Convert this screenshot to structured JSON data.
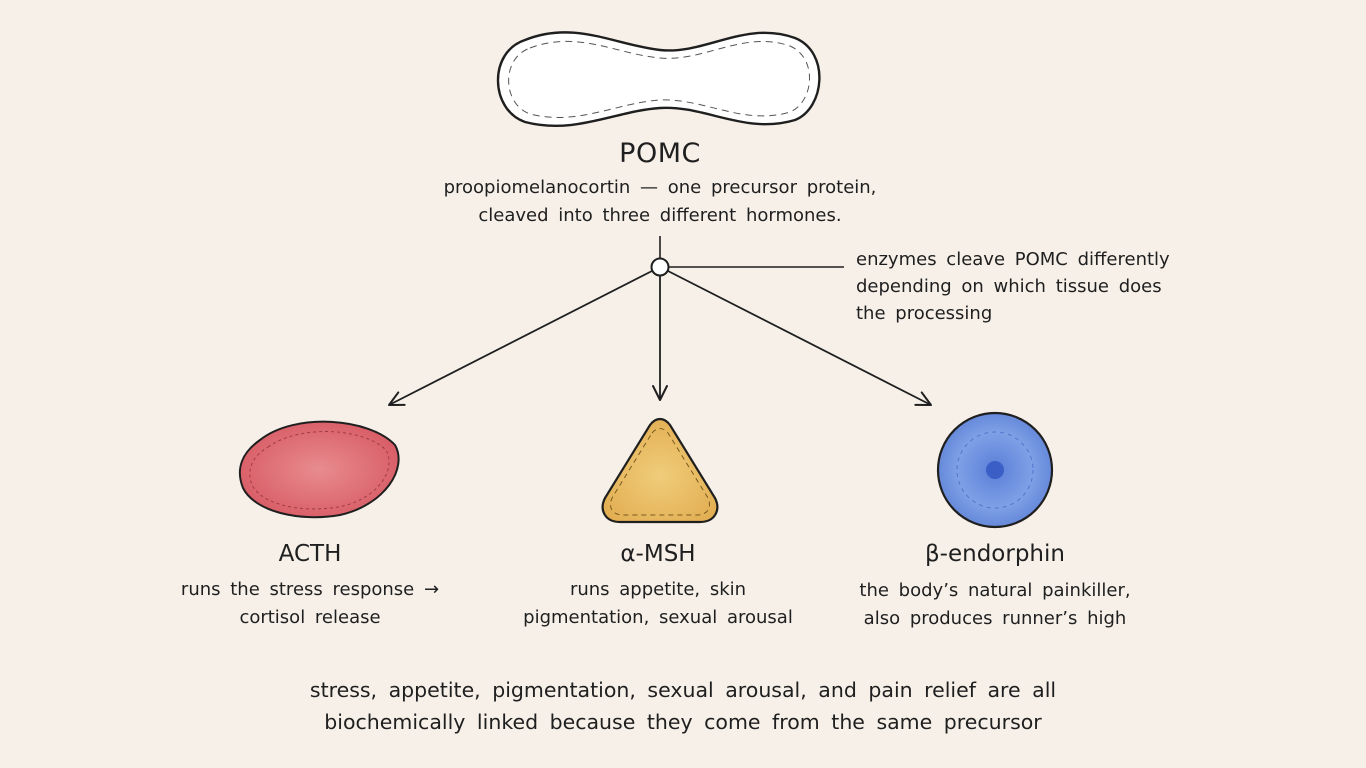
{
  "precursor": {
    "name": "POMC",
    "description": [
      "proopiomelanocortin — one precursor protein,",
      "cleaved into three different hormones."
    ]
  },
  "cleavage_note": [
    "enzymes cleave POMC differently",
    "depending on which tissue does",
    "the processing"
  ],
  "products": [
    {
      "name": "ACTH",
      "description": [
        "runs the stress response →",
        "cortisol release"
      ],
      "color": "#e0737a"
    },
    {
      "name": "α-MSH",
      "description": [
        "runs appetite, skin",
        "pigmentation, sexual arousal"
      ],
      "color": "#ecc06a"
    },
    {
      "name": "β-endorphin",
      "description": [
        "the body’s natural painkiller,",
        "also produces runner’s high"
      ],
      "color": "#6f91dd"
    }
  ],
  "footer": [
    "stress, appetite, pigmentation, sexual arousal, and pain relief are all",
    "biochemically linked because they come from the same precursor"
  ]
}
